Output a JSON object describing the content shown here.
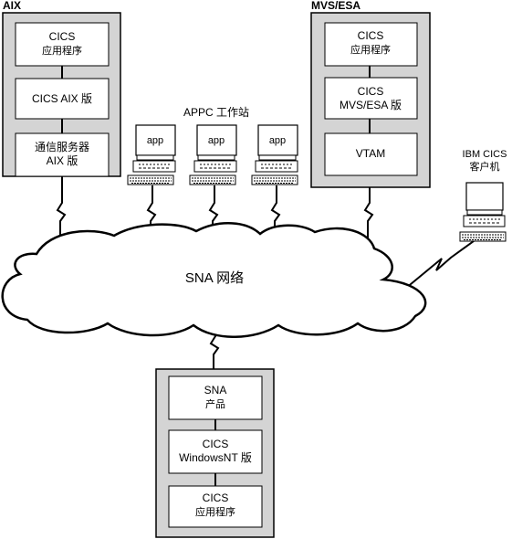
{
  "aix_system": {
    "title": "AIX",
    "boxes": [
      {
        "lines": [
          "CICS",
          "应用程序"
        ]
      },
      {
        "lines": [
          "CICS AIX 版"
        ]
      },
      {
        "lines": [
          "通信服务器",
          "AIX 版"
        ]
      }
    ]
  },
  "mvs_system": {
    "title": "MVS/ESA",
    "boxes": [
      {
        "lines": [
          "CICS",
          "应用程序"
        ]
      },
      {
        "lines": [
          "CICS",
          "MVS/ESA 版"
        ]
      },
      {
        "lines": [
          "VTAM"
        ]
      }
    ]
  },
  "appc": {
    "title": "APPC 工作站",
    "screen_label": "app"
  },
  "ibm_client": {
    "lines": [
      "IBM CICS",
      "客户机"
    ]
  },
  "network": {
    "label": "SNA 网络"
  },
  "windows_system": {
    "boxes": [
      {
        "lines": [
          "SNA",
          "产品"
        ]
      },
      {
        "lines": [
          "CICS",
          "WindowsNT 版"
        ]
      },
      {
        "lines": [
          "CICS",
          "应用程序"
        ]
      }
    ]
  }
}
